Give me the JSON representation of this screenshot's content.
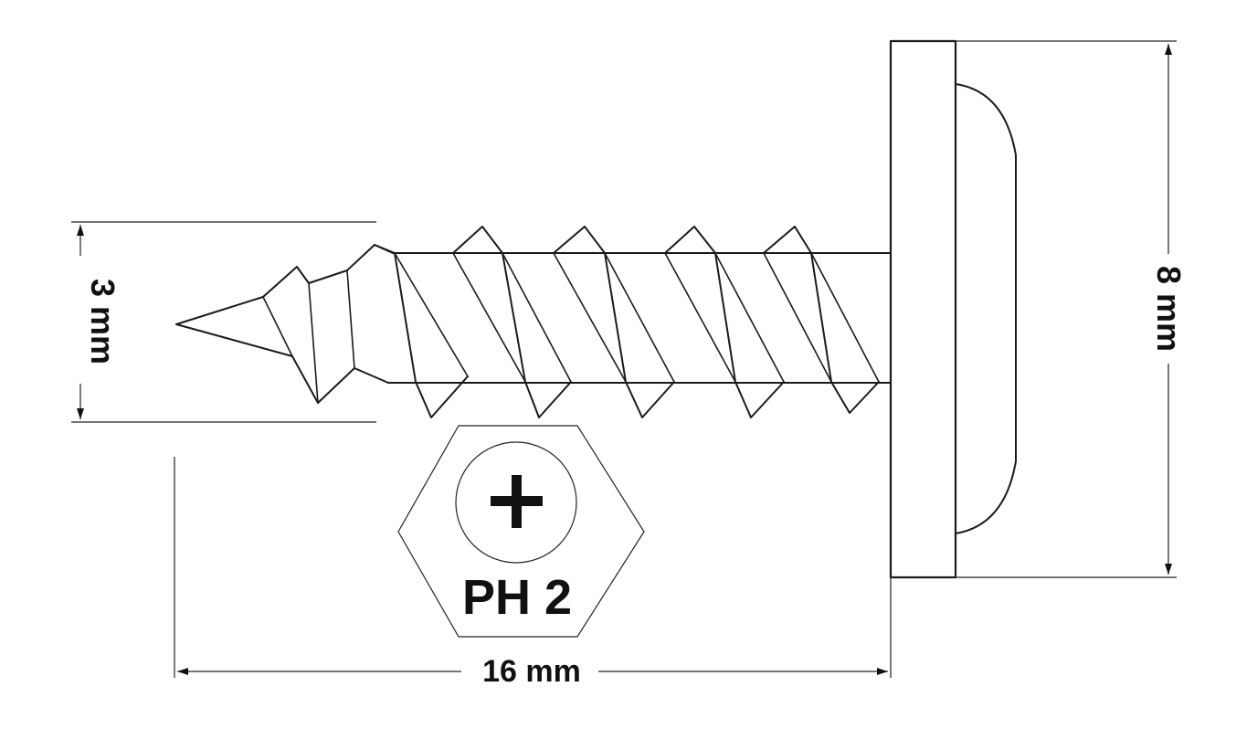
{
  "dimensions": {
    "thread_diameter": "3 mm",
    "head_diameter": "8 mm",
    "length": "16 mm"
  },
  "drive": {
    "label": "PH 2",
    "symbol": "+"
  },
  "colors": {
    "stroke": "#1a1a1a",
    "background": "#ffffff"
  }
}
